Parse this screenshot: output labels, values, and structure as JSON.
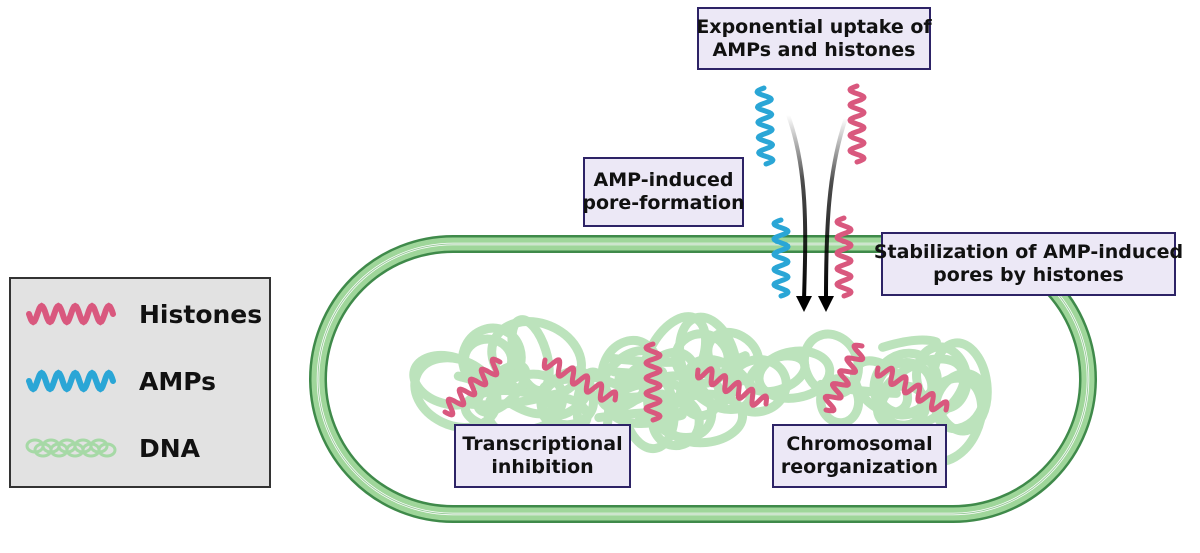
{
  "labels": {
    "uptake": [
      "Exponential uptake of",
      "AMPs and histones"
    ],
    "pore_formation": [
      "AMP-induced",
      "pore-formation"
    ],
    "stabilization": [
      "Stabilization of AMP-induced",
      "pores by histones"
    ],
    "transcriptional": [
      "Transcriptional",
      "inhibition"
    ],
    "chromosomal": [
      "Chromosomal",
      "reorganization"
    ]
  },
  "legend": {
    "items": [
      {
        "label": "Histones",
        "icon": "histone-helix-icon",
        "color": "#d9587e"
      },
      {
        "label": "AMPs",
        "icon": "amp-helix-icon",
        "color": "#2aa6d6"
      },
      {
        "label": "DNA",
        "icon": "dna-coil-icon",
        "color": "#a6d9a6"
      }
    ]
  },
  "colors": {
    "histone": "#d9587e",
    "amp": "#2aa6d6",
    "dna": "#b5e0b5",
    "membrane_outer": "#3f8a4a",
    "membrane_fill": "#8fcf8a",
    "label_bg": "#ece8f6",
    "label_border": "#2d2366"
  }
}
